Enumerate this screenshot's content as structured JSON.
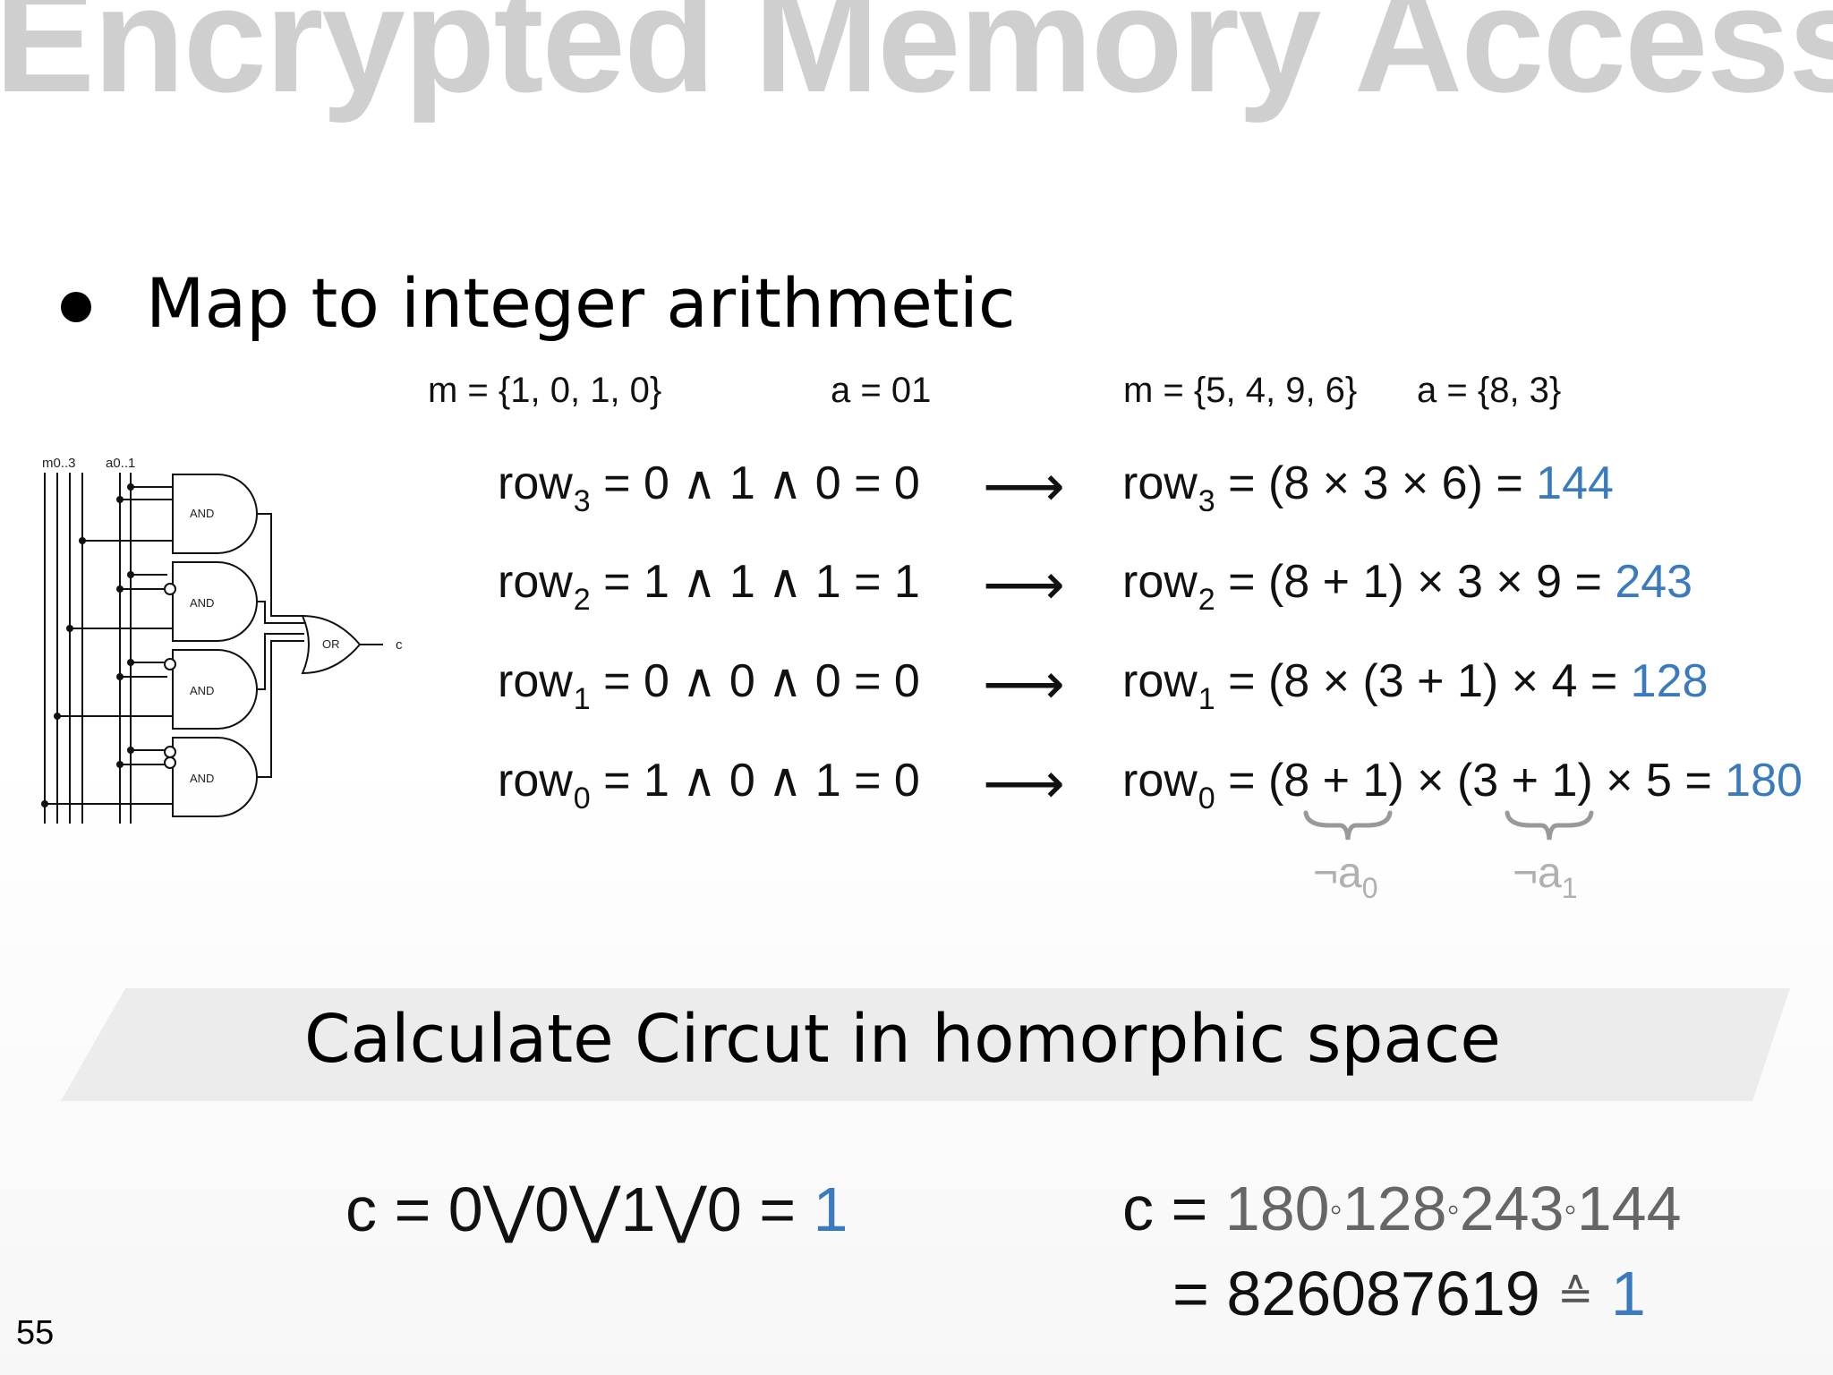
{
  "slide": {
    "title": "Encrypted Memory Access",
    "bullet": "Map to integer arithmetic",
    "page_number": "55"
  },
  "circuit": {
    "input_m": "m0..3",
    "input_a": "a0..1",
    "and_label": "AND",
    "or_label": "OR",
    "output_label": "c"
  },
  "left_header": {
    "m": "m = {1, 0, 1, 0}",
    "a": "a = 01"
  },
  "right_header": {
    "m": "m = {5, 4, 9, 6}",
    "a": "a = {8, 3}"
  },
  "arrow": "⟶",
  "rows": [
    {
      "row": "row",
      "sub": "3",
      "bool": " = 0 ∧ 1 ∧ 0 = 0",
      "arith": " = (8 × 3 × 6) = ",
      "result": "144"
    },
    {
      "row": "row",
      "sub": "2",
      "bool": " = 1 ∧ 1 ∧ 1 = 1",
      "arith": " = (8 + 1) × 3 × 9 = ",
      "result": "243"
    },
    {
      "row": "row",
      "sub": "1",
      "bool": " = 0 ∧ 0 ∧ 0 = 0",
      "arith": " = (8 × (3 + 1) ×  4 = ",
      "result": "128"
    },
    {
      "row": "row",
      "sub": "0",
      "bool": " = 1 ∧ 0 ∧ 1  = 0",
      "arith": " = (8 + 1) × (3 + 1) × 5 = ",
      "result": "180"
    }
  ],
  "annotations": [
    {
      "sym": "¬a",
      "sub": "0"
    },
    {
      "sym": "¬a",
      "sub": "1"
    }
  ],
  "banner": "Calculate Circut in homorphic space",
  "result_left": {
    "expr": "c = 0⋁0⋁1⋁0 = ",
    "value": "1"
  },
  "result_right": {
    "line1_prefix": "c = ",
    "terms": [
      "180",
      "128",
      "243",
      "144"
    ],
    "op": "◦",
    "line2_prefix": "= 826087619 ",
    "equiv": "≙",
    "value": "1"
  },
  "colors": {
    "accent": "#3a7bbf",
    "title": "#cfcfcf",
    "annotation": "#b0b0b0",
    "banner": "#ececec"
  }
}
